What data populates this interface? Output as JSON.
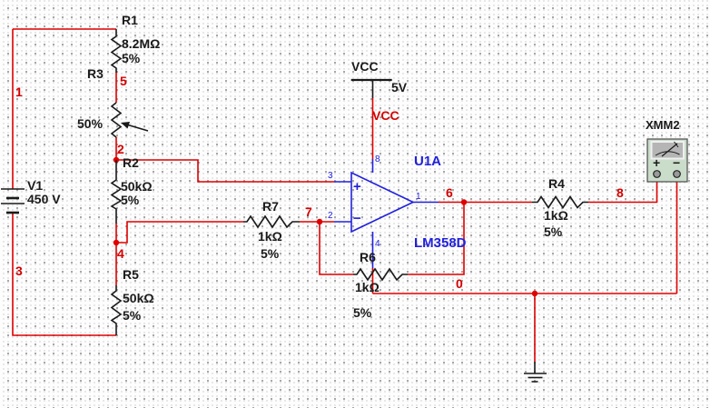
{
  "schematic": {
    "components": {
      "r1": {
        "ref": "R1",
        "value": "8.2MΩ",
        "tolerance": "5%"
      },
      "r3": {
        "ref": "R3",
        "wiper": "50%"
      },
      "r2": {
        "ref": "R2",
        "value": "50kΩ",
        "tolerance": "5%"
      },
      "r5": {
        "ref": "R5",
        "value": "50kΩ",
        "tolerance": "5%"
      },
      "r7": {
        "ref": "R7",
        "value": "1kΩ",
        "tolerance": "5%"
      },
      "r6": {
        "ref": "R6",
        "value": "1kΩ",
        "tolerance": "5%"
      },
      "r4": {
        "ref": "R4",
        "value": "1kΩ",
        "tolerance": "5%"
      },
      "v1": {
        "ref": "V1",
        "value": "450 V"
      },
      "u1a": {
        "ref": "U1A",
        "part": "LM358D",
        "plus": "+",
        "minus": "−",
        "pin_noninv": "3",
        "pin_inv": "2",
        "pin_out": "1",
        "pin_vcc": "8",
        "pin_gnd": "4"
      },
      "vcc_rail": {
        "symbol_label": "VCC",
        "voltage": "5V",
        "net_label": "VCC"
      },
      "xmm2": {
        "ref": "XMM2",
        "plus": "+",
        "minus": "−"
      }
    },
    "nets": {
      "n0": "0",
      "n1": "1",
      "n2": "2",
      "n3": "3",
      "n4": "4",
      "n5": "5",
      "n6": "6",
      "n7": "7",
      "n8": "8"
    },
    "colors": {
      "wire": "#e00000",
      "junction": "#e00000",
      "net_text": "#d40000",
      "symbol": "#1a1a1a",
      "ic_blue": "#2020dd",
      "meter_fill": "#cadcca",
      "meter_screen": "#b5b5b5"
    }
  }
}
